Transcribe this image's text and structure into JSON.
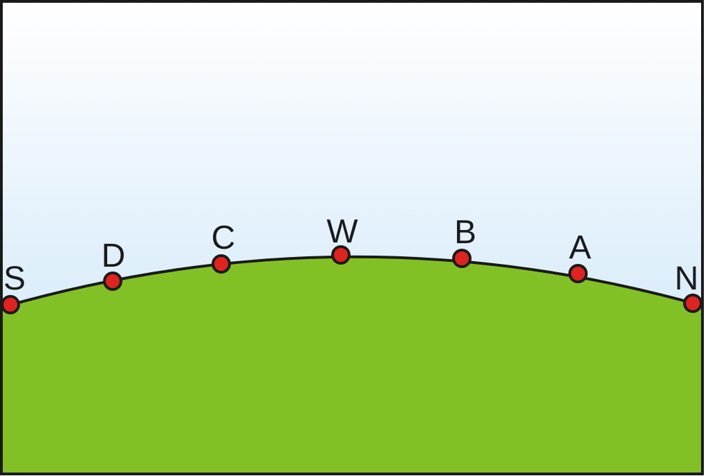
{
  "colors": {
    "sky_top": "#ffffff",
    "sky_bottom": "#c6e3f7",
    "ground": "#82c126",
    "point": "#e0231f",
    "outline": "#1a1a1a"
  },
  "points": [
    {
      "label": "S"
    },
    {
      "label": "D"
    },
    {
      "label": "C"
    },
    {
      "label": "W"
    },
    {
      "label": "B"
    },
    {
      "label": "A"
    },
    {
      "label": "N"
    }
  ]
}
